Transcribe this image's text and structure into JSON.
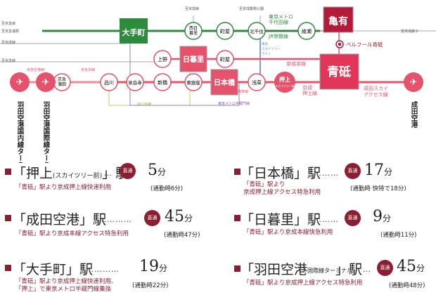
{
  "map": {
    "left_labels": {
      "keikyu1": "羽田空港",
      "sengakuji": "至京急浦賀",
      "haneda2": "羽田空港",
      "keikyu2": "至京急線"
    },
    "top_labels": {
      "keisei_main": "至京成線",
      "nippori_zoo": "至京成動物公園",
      "right_choshi": "至京成銚子"
    },
    "stations": {
      "otemachi": "大手町",
      "nishinippori": "西日暮里",
      "machiya_top": "町屋",
      "kitasenju": "北千住",
      "ayase": "綾瀬",
      "kameari": "亀有",
      "ueno": "上野",
      "nippori": "日暮里",
      "machiya": "町屋",
      "aoto": "青砥",
      "nihonbashi": "日本橋",
      "higashiginza": "東銀座",
      "shimbashi": "新橋",
      "sengakuji_st": "泉岳寺",
      "shinagawa": "品川",
      "keikyu_kamata": "京急蒲田",
      "asakusa": "浅草",
      "oshiage": "押上",
      "oshiage_sub": "スカイツリー前",
      "haneda_dom": "羽田空港国内線ターミナル",
      "haneda_int": "羽田空港国際線ターミナル",
      "narita": "成田空港"
    },
    "line_labels": {
      "tozai_metro": "東京メトロ千代田線",
      "jr_joban": "JR常磐線",
      "tobu": "東武スカイツリーライン",
      "keisei_main": "京成本線",
      "keisei_oshiage": "京成押上線",
      "narita_sky": "成田スカイアクセス線",
      "toei_asakusa": "都営浅草線",
      "metro_hanzomon": "東京メトロ半蔵門線",
      "keikyu_airport": "京急空港線",
      "keikyu_main": "京急本線",
      "jr_yamanote": "JR山手線",
      "bellfour": "ベルフール青砥"
    }
  },
  "routes": [
    {
      "name": "押上",
      "ruby": "スカイツリー前",
      "dots": "…",
      "badge": "直通",
      "time": "5",
      "unit": "分",
      "note1": "「青砥」駅より京成押上線快速利用",
      "note2": "",
      "sub": "(通勤時6分)"
    },
    {
      "name": "日本橋",
      "ruby": "",
      "dots": "………",
      "badge": "直通",
      "time": "17",
      "unit": "分",
      "note1": "「青砥」駅より",
      "note2": "京成押上線アクセス特急利用",
      "sub": "(通勤時 快特で18分)"
    },
    {
      "name": "成田空港",
      "ruby": "",
      "dots": "…………",
      "badge": "直通",
      "time": "45",
      "unit": "分",
      "note1": "「青砥」駅より京成本線アクセス特急利用",
      "note2": "",
      "sub": "(通勤時47分)"
    },
    {
      "name": "日暮里",
      "ruby": "",
      "dots": "………",
      "badge": "直通",
      "time": "9",
      "unit": "分",
      "note1": "「青砥」駅より京成本線快急利用",
      "note2": "",
      "sub": "(通勤時11分)"
    },
    {
      "name": "大手町",
      "ruby": "",
      "dots": "…………",
      "badge": "",
      "time": "19",
      "unit": "分",
      "note1": "「青砥」駅より京成押上線快速利用、",
      "note2": "「押上」で東京メトロ半蔵門線乗換",
      "sub": "(通勤時22分)"
    },
    {
      "name": "羽田空港",
      "ruby": "国際線ターミナル",
      "dots": "…",
      "badge": "直通",
      "time": "45",
      "unit": "分",
      "note1": "「青砥」駅より京成押上線アクセス特急利用",
      "note2": "",
      "sub": "(通勤時48分)"
    }
  ],
  "colors": {
    "keisei": "#e4526b",
    "metro_green": "#2e8b3d",
    "asakusa": "#e8505b",
    "hanzomon": "#7b5aa6",
    "yamanote": "#a8c64b",
    "accent": "#8a1f33",
    "aoto_bg": "#e23658",
    "kameari_bg": "#b5193a"
  }
}
